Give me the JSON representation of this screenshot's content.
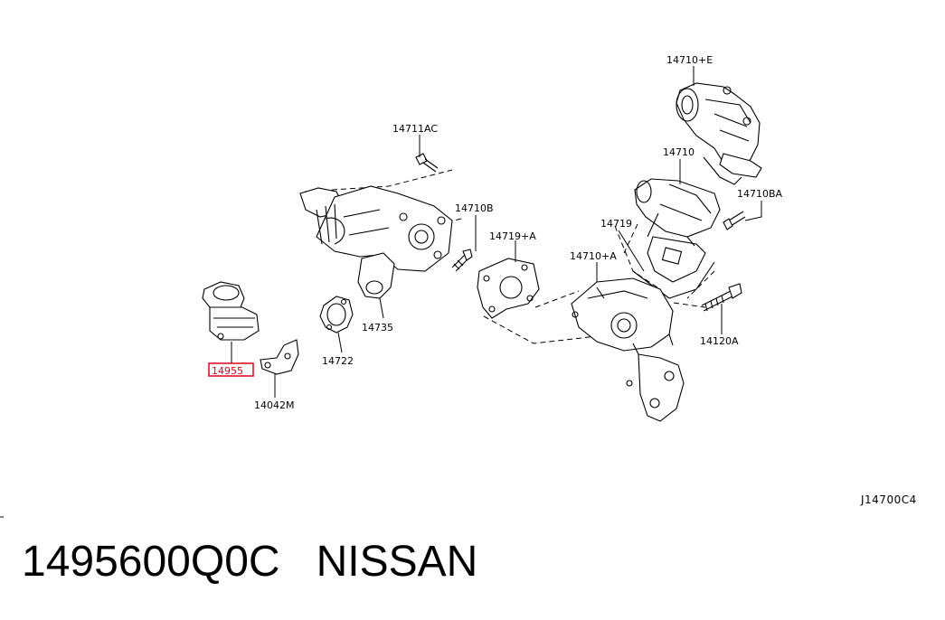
{
  "labels": {
    "p14710E": "14710+E",
    "p14710": "14710",
    "p14710BA": "14710BA",
    "p14711AC": "14711AC",
    "p14710B": "14710B",
    "p14719A": "14719+A",
    "p14719": "14719",
    "p14710A": "14710+A",
    "p14735": "14735",
    "p14722": "14722",
    "p14955": "14955",
    "p14042M": "14042M",
    "p14120A": "14120A"
  },
  "diagram_code": "J14700C4",
  "footer": {
    "part_number": "1495600Q0C",
    "brand": "NISSAN"
  },
  "highlight_color": "#e0001b"
}
